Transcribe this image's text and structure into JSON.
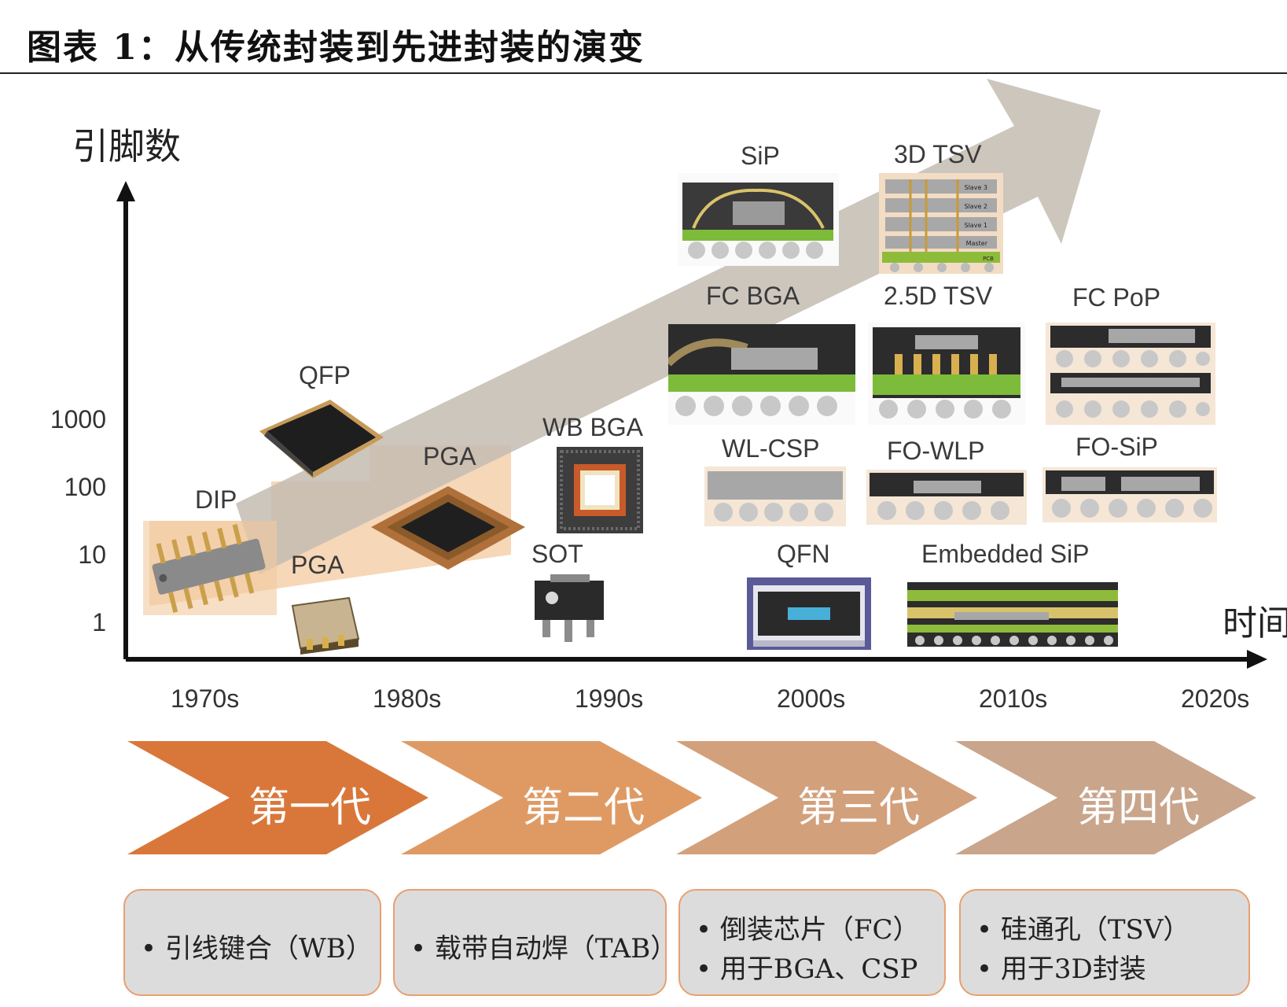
{
  "title": "图表 1：从传统封装到先进封装的演变",
  "axes": {
    "y_label": "引脚数",
    "x_label": "时间",
    "y_ticks": [
      "1000",
      "100",
      "10",
      "1"
    ],
    "x_ticks": [
      "1970s",
      "1980s",
      "1990s",
      "2000s",
      "2010s",
      "2020s"
    ]
  },
  "packages": {
    "dip": "DIP",
    "pga_small": "PGA",
    "qfp": "QFP",
    "pga_large": "PGA",
    "wb_bga": "WB BGA",
    "sot": "SOT",
    "sip": "SiP",
    "tsv_3d": "3D TSV",
    "fc_bga": "FC BGA",
    "tsv_25d": "2.5D TSV",
    "fc_pop": "FC PoP",
    "wl_csp": "WL-CSP",
    "fo_wlp": "FO-WLP",
    "fo_sip": "FO-SiP",
    "qfn": "QFN",
    "embedded_sip": "Embedded SiP"
  },
  "tsv_stack_labels": [
    "Slave 3",
    "Slave 2",
    "Slave 1",
    "Master",
    "PCB"
  ],
  "generations": [
    {
      "label": "第一代",
      "color": "#d9773a"
    },
    {
      "label": "第二代",
      "color": "#df9a64"
    },
    {
      "label": "第三代",
      "color": "#d3a07c"
    },
    {
      "label": "第四代",
      "color": "#c9a58c"
    }
  ],
  "tech_boxes": [
    {
      "lines": [
        "• 引线键合（WB）"
      ]
    },
    {
      "lines": [
        "• 载带自动焊（TAB）"
      ]
    },
    {
      "lines": [
        "• 倒装芯片（FC）",
        "• 用于BGA、CSP"
      ]
    },
    {
      "lines": [
        "• 硅通孔（TSV）",
        "• 用于3D封装"
      ]
    }
  ]
}
